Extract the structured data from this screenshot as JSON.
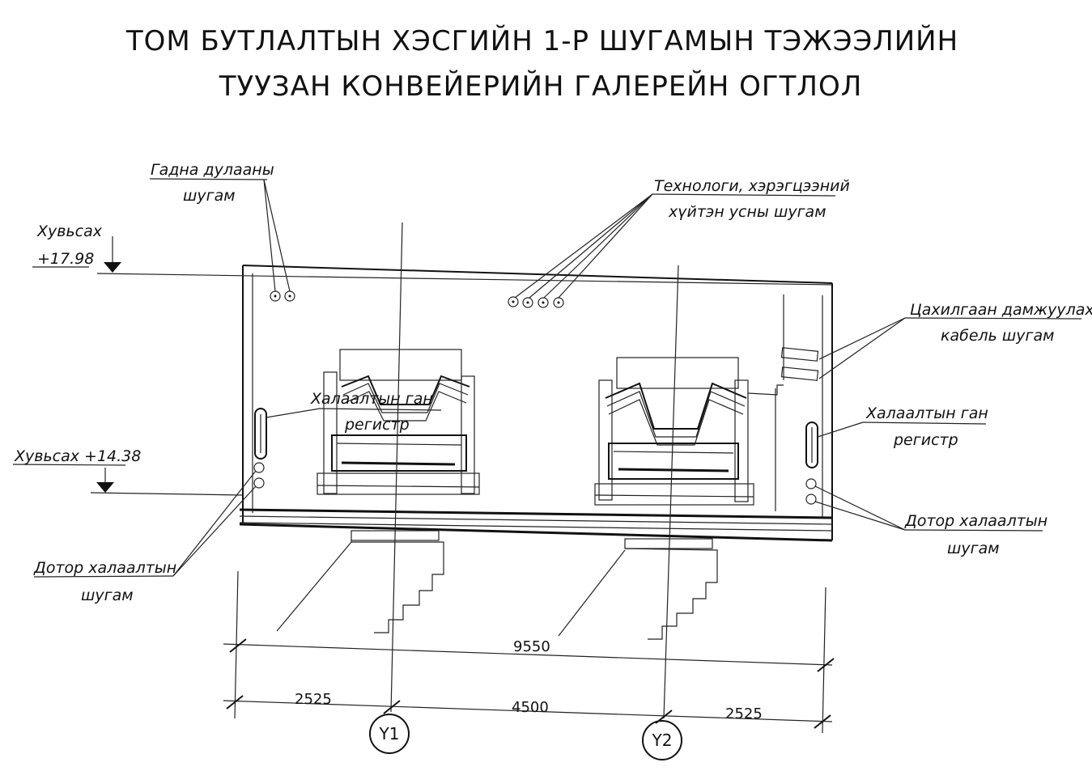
{
  "title": {
    "line1": "ТОМ БУТЛАЛТЫН ХЭСГИЙН 1-Р ШУГАМЫН ТЭЖЭЭЛИЙН",
    "line2": "ТУУЗАН КОНВЕЙЕРИЙН ГАЛЕРЕЙН ОГТЛОЛ"
  },
  "labels": {
    "outer_heating_1": "Гадна дулааны",
    "outer_heating_2": "шугам",
    "tech_water_1": "Технологи, хэрэгцээний",
    "tech_water_2": "хүйтэн усны шугам",
    "elevation_top_label": "Хувьсах",
    "elevation_top_value": "+17.98",
    "elevation_bottom": "Хувьсах +14.38",
    "cable_1": "Цахилгаан дамжуулах",
    "cable_2": "кабель шугам",
    "register_left_1": "Халаалтын ган",
    "register_left_2": "регистр",
    "register_right_1": "Халаалтын ган",
    "register_right_2": "регистр",
    "inner_heating_left_1": "Дотор халаалтын",
    "inner_heating_left_2": "шугам",
    "inner_heating_right_1": "Дотор халаалтын",
    "inner_heating_right_2": "шугам"
  },
  "dimensions": {
    "overall": "9550",
    "left": "2525",
    "middle": "4500",
    "right": "2525"
  },
  "axes": {
    "y1": "Y1",
    "y2": "Y2"
  }
}
